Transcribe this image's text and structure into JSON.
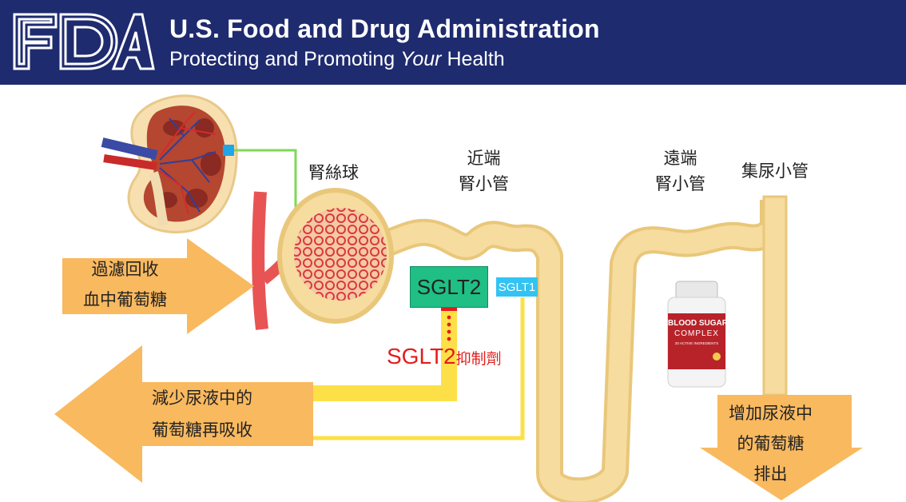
{
  "header": {
    "logo_text": "FDA",
    "agency_name": "U.S. Food and Drug Administration",
    "tagline_before": "Protecting and Promoting ",
    "tagline_italic": "Your",
    "tagline_after": " Health",
    "background_color": "#1f2b6f"
  },
  "labels": {
    "glomerulus": "腎絲球",
    "proximal_line1": "近端",
    "proximal_line2": "腎小管",
    "distal_line1": "遠端",
    "distal_line2": "腎小管",
    "collecting_duct": "集尿小管",
    "sglt2": "SGLT2",
    "sglt1": "SGLT1",
    "inhibitor_en": "SGLT2",
    "inhibitor_zh": "抑制劑"
  },
  "arrows": {
    "filter_line1": "過濾回收",
    "filter_line2": "血中葡萄糖",
    "reabsorb_line1": "減少尿液中的",
    "reabsorb_line2": "葡萄糖再吸收",
    "excrete_line1": "增加尿液中",
    "excrete_line2": "的葡萄糖",
    "excrete_line3": "排出"
  },
  "supplement_bottle": {
    "title_line1": "BLOOD SUGAR",
    "title_line2": "COMPLEX",
    "subtitle": "20 ACTIVE INGREDIENTS"
  },
  "colors": {
    "arrow_orange": "#f9b95f",
    "tubule_tan": "#f0d08a",
    "sglt2_green": "#1fbf86",
    "sglt1_blue": "#33c3f3",
    "inhibitor_red": "#e31c1c",
    "pathway_yellow": "#fde047"
  }
}
